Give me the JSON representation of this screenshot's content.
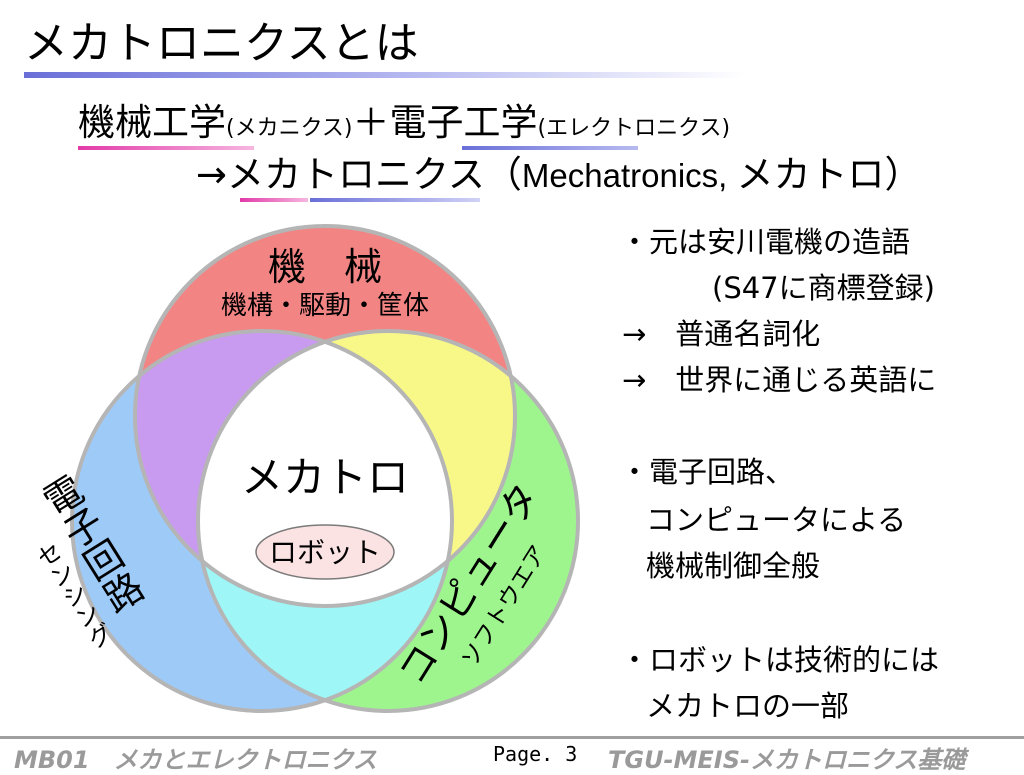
{
  "title": "メカトロニクスとは",
  "formula": {
    "mech": "機械工学",
    "mech_reading": "(メカニクス)",
    "plus": "＋",
    "elec": "電子工学",
    "elec_reading": "(エレクトロニクス)"
  },
  "result": {
    "arrow": "→",
    "term": "メカトロニクス",
    "english_open": "（",
    "english": "Mechatronics, ",
    "short": "メカトロ",
    "english_close": "）"
  },
  "venn": {
    "mechanical": {
      "label": "機　械",
      "sub": "機構・駆動・筐体",
      "color": "#f28484"
    },
    "electronic": {
      "label": "電子回路",
      "sub": "センシング",
      "color": "#9ecaf8"
    },
    "computer": {
      "label": "コンピュータ",
      "sub": "ソフトウエア",
      "color": "#9ef58e"
    },
    "overlap_mech_elec": "#c89af0",
    "overlap_mech_comp": "#f8f888",
    "overlap_elec_comp": "#9ef6f6",
    "center": {
      "label": "メカトロ",
      "sub": "ロボット",
      "sub_fill": "#fbe3e3"
    },
    "outline": "#b5b5b5"
  },
  "bullets": [
    {
      "text": "・元は安川電機の造語"
    },
    {
      "text": "(S47に商標登録)"
    },
    {
      "text": "→　普通名詞化"
    },
    {
      "text": "→　世界に通じる英語に"
    },
    {
      "text": "・電子回路、"
    },
    {
      "text": "コンピュータによる"
    },
    {
      "text": "機械制御全般"
    },
    {
      "text": "・ロボットは技術的には"
    },
    {
      "text": "メカトロの一部"
    }
  ],
  "footer": {
    "left": "MB01　メカとエレクトロニクス",
    "page": "Page. 3",
    "right": "TGU-MEIS-メカトロニクス基礎"
  }
}
